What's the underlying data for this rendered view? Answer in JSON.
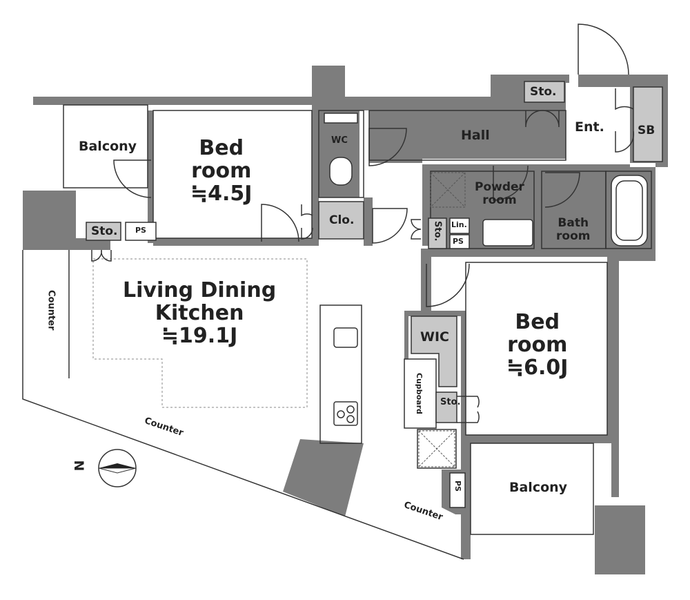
{
  "rooms": {
    "bedroom_small": {
      "line1": "Bed",
      "line2": "room",
      "size": "≒4.5J"
    },
    "bedroom_large": {
      "line1": "Bed",
      "line2": "room",
      "size": "≒6.0J"
    },
    "ldk": {
      "line1": "Living Dining",
      "line2": "Kitchen",
      "size": "≒19.1J"
    },
    "balcony_left": "Balcony",
    "balcony_right": "Balcony",
    "hall": "Hall",
    "entrance": "Ent.",
    "shoe_box": "SB",
    "wc": "WC",
    "closet": "Clo.",
    "powder_room": {
      "line1": "Powder",
      "line2": "room"
    },
    "bath_room": {
      "line1": "Bath",
      "line2": "room"
    },
    "wic": "WIC",
    "linen": "Lin.",
    "cupboard": "Cupboard"
  },
  "storage": {
    "entrance": "Sto.",
    "ldk": "Sto.",
    "hall": "Sto.",
    "bedroom": "Sto."
  },
  "pipe_space": {
    "ldk": "PS",
    "powder": "PS",
    "balcony": "PS"
  },
  "counters": {
    "left": "Counter",
    "bottom": "Counter",
    "right": "Counter"
  },
  "compass": {
    "label": "N"
  },
  "colors": {
    "wall": "#7d7d7d",
    "storage_fill": "#c8c8c8",
    "line": "#333333"
  }
}
